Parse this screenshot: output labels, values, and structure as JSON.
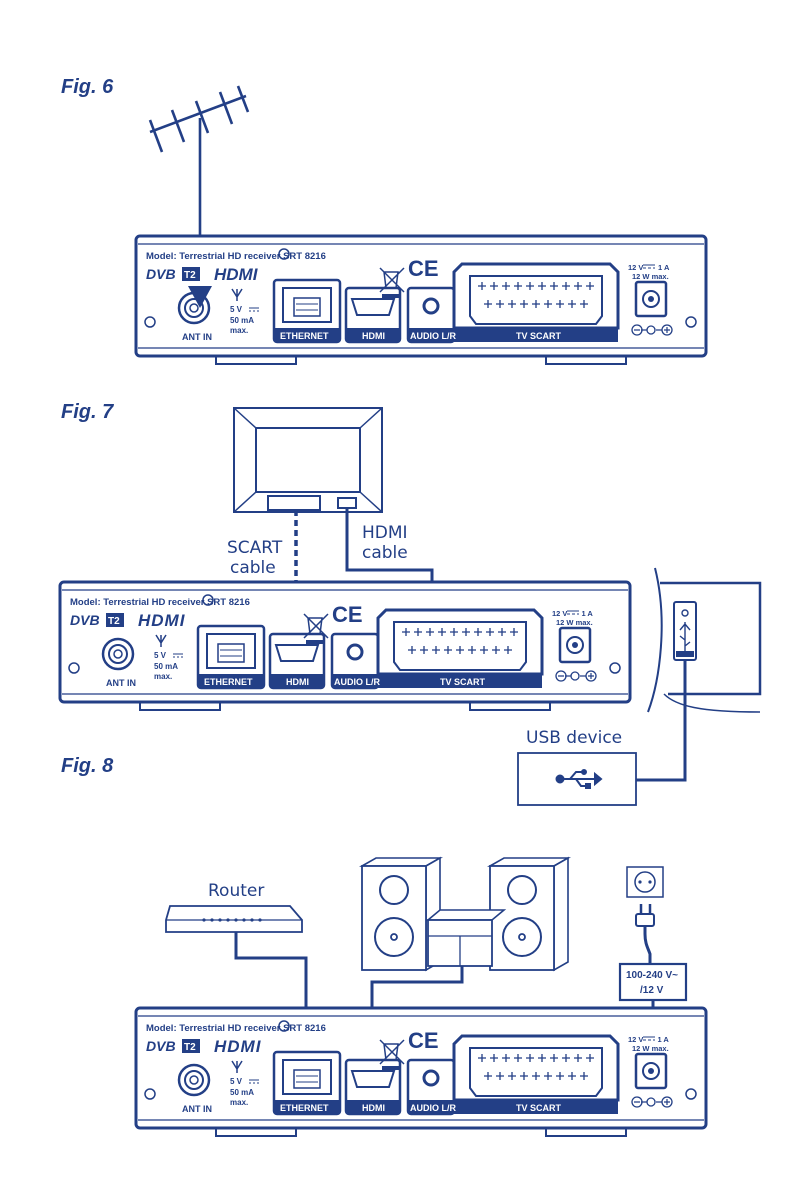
{
  "figures": {
    "fig6": "Fig. 6",
    "fig7": "Fig. 7",
    "fig8": "Fig. 8"
  },
  "receiver": {
    "model": "Model: Terrestrial HD receiver SRT 8216",
    "dvb_logo": "DVB",
    "dvb_t2": "T2",
    "hdmi_logo": "HDMI",
    "ant_voltage": "5 V",
    "ant_current": "50 mA",
    "ant_max": "max.",
    "ant_in": "ANT IN",
    "ethernet": "ETHERNET",
    "hdmi_port": "HDMI",
    "audio": "AUDIO L/R",
    "scart": "TV SCART",
    "power_rating": "12 V",
    "power_current": "1 A",
    "power_watts": "12 W max.",
    "ce": "CE"
  },
  "labels": {
    "scart_cable_1": "SCART",
    "scart_cable_2": "cable",
    "hdmi_cable_1": "HDMI",
    "hdmi_cable_2": "cable",
    "usb_device": "USB device",
    "router": "Router",
    "adapter_1": "100-240 V~",
    "adapter_2": "/12 V"
  },
  "colors": {
    "ink": "#233f86",
    "background": "#ffffff"
  }
}
